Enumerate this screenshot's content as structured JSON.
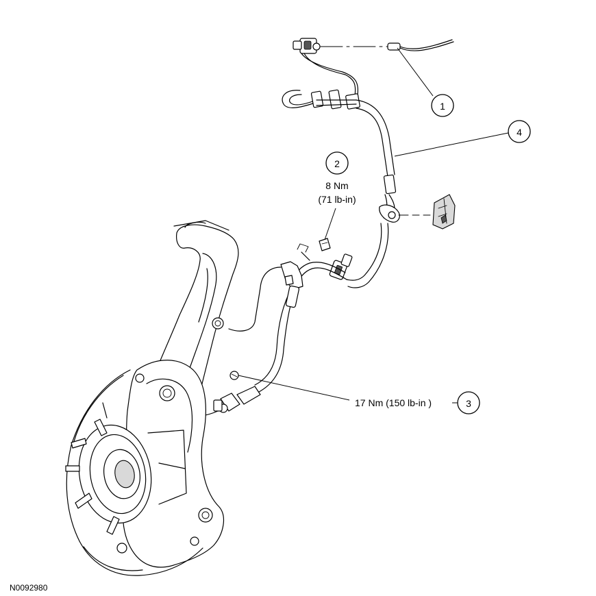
{
  "figure_id": "N0092980",
  "callouts": [
    {
      "number": "1"
    },
    {
      "number": "2",
      "torque_line1": "8 Nm",
      "torque_line2": "(71 lb-in)"
    },
    {
      "number": "3",
      "torque": "17 Nm (150 lb-in )"
    },
    {
      "number": "4"
    }
  ]
}
